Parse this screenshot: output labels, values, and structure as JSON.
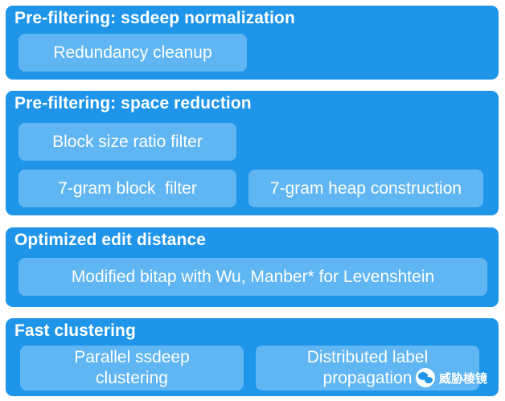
{
  "panels": [
    {
      "title": "Pre-filtering: ssdeep normalization",
      "chips": [
        "Redundancy cleanup"
      ]
    },
    {
      "title": "Pre-filtering: space reduction",
      "chips": [
        "Block size ratio filter",
        "7-gram block  filter",
        "7-gram heap construction"
      ]
    },
    {
      "title": "Optimized edit distance",
      "chips": [
        "Modified bitap with Wu, Manber* for Levenshtein"
      ]
    },
    {
      "title": "Fast clustering",
      "chips": [
        "Parallel ssdeep clustering",
        "Distributed label propagation"
      ]
    }
  ],
  "watermark": {
    "text": "威胁棱镜",
    "icon": "wechat-icon"
  },
  "colors": {
    "panel": "#1f95ea",
    "chip": "#5fb6f2",
    "text": "#ffffff"
  }
}
